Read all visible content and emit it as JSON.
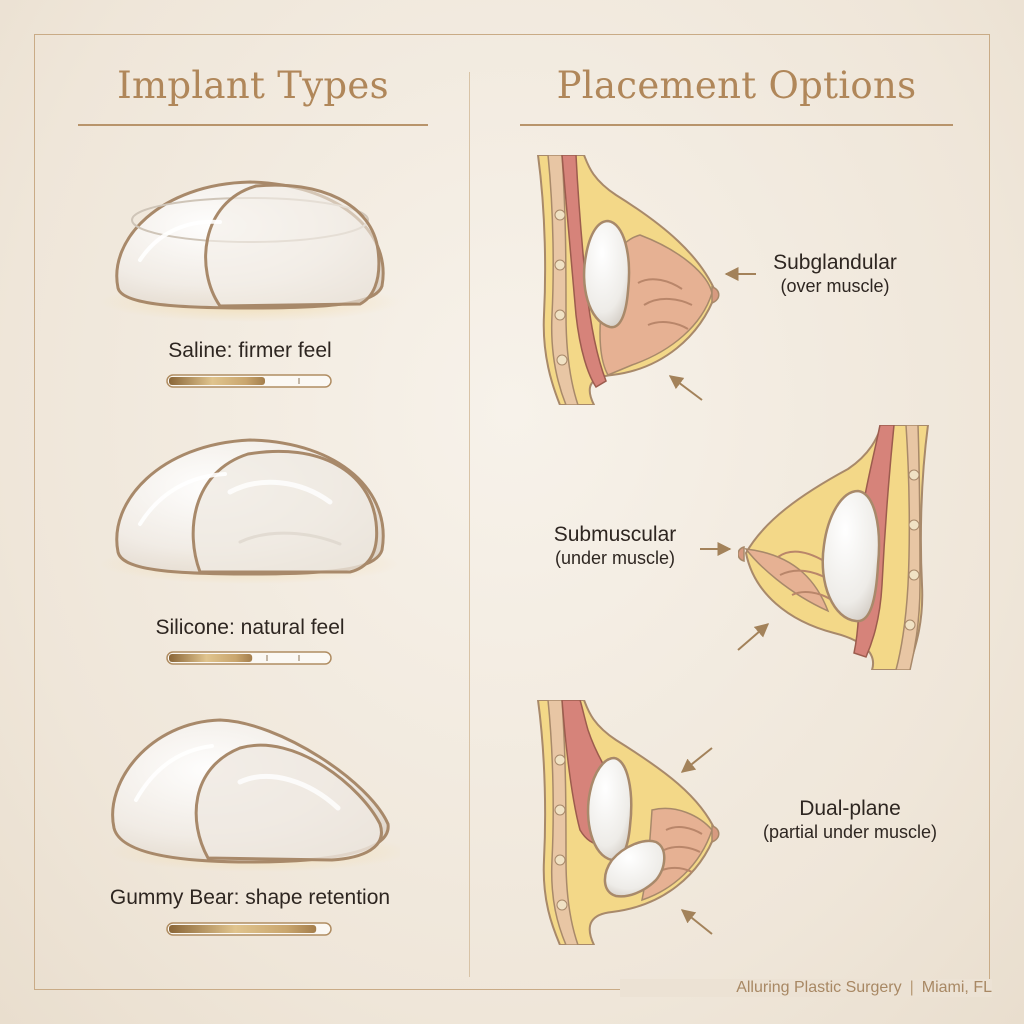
{
  "headings": {
    "implant_types": "Implant Types",
    "placement_options": "Placement Options"
  },
  "implants": [
    {
      "label": "Saline: firmer feel",
      "firmness_percent": 60,
      "icon": "saline-implant-icon"
    },
    {
      "label": "Silicone: natural feel",
      "firmness_percent": 52,
      "icon": "silicone-implant-icon"
    },
    {
      "label": "Gummy Bear: shape retention",
      "firmness_percent": 92,
      "icon": "gummy-bear-implant-icon"
    }
  ],
  "placements": [
    {
      "title": "Subglandular",
      "subtitle": "(over muscle)",
      "icon": "subglandular-cross-section-icon"
    },
    {
      "title": "Submuscular",
      "subtitle": "(under muscle)",
      "icon": "submuscular-cross-section-icon"
    },
    {
      "title": "Dual-plane",
      "subtitle": "(partial under muscle)",
      "icon": "dual-plane-cross-section-icon"
    }
  ],
  "footer": {
    "practice": "Alluring Plastic Surgery",
    "location": "Miami, FL"
  },
  "colors": {
    "gold": "#b0875a",
    "frame": "#c9ab86",
    "background": "#f3ece2",
    "muscle": "#d48a7c",
    "fat": "#f4d988",
    "gland": "#e2aa86"
  }
}
